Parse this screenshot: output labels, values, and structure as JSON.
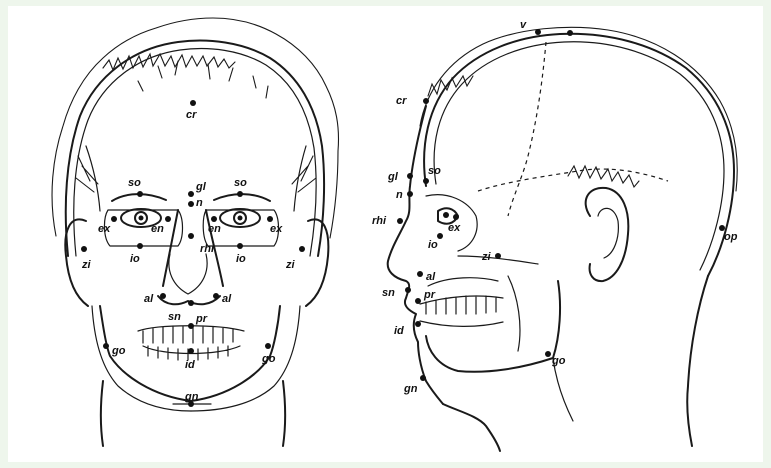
{
  "frontal_labels": {
    "cr": "cr",
    "gl": "gl",
    "so_r": "so",
    "so_l": "so",
    "n": "n",
    "ex_r": "ex",
    "en_r": "en",
    "en_l": "en",
    "ex_l": "ex",
    "zi_r": "zi",
    "zi_l": "zi",
    "io_r": "io",
    "io_l": "io",
    "rhi": "rhi",
    "al_r": "al",
    "al_l": "al",
    "sn": "sn",
    "pr": "pr",
    "go_r": "go",
    "go_l": "go",
    "id": "id",
    "gn": "gn"
  },
  "profile_labels": {
    "v": "v",
    "cr": "cr",
    "gl": "gl",
    "so": "so",
    "n": "n",
    "rhi": "rhi",
    "ex": "ex",
    "io": "io",
    "zi": "zi",
    "op": "op",
    "al": "al",
    "sn": "sn",
    "pr": "pr",
    "id": "id",
    "go": "go",
    "gn": "gn"
  }
}
